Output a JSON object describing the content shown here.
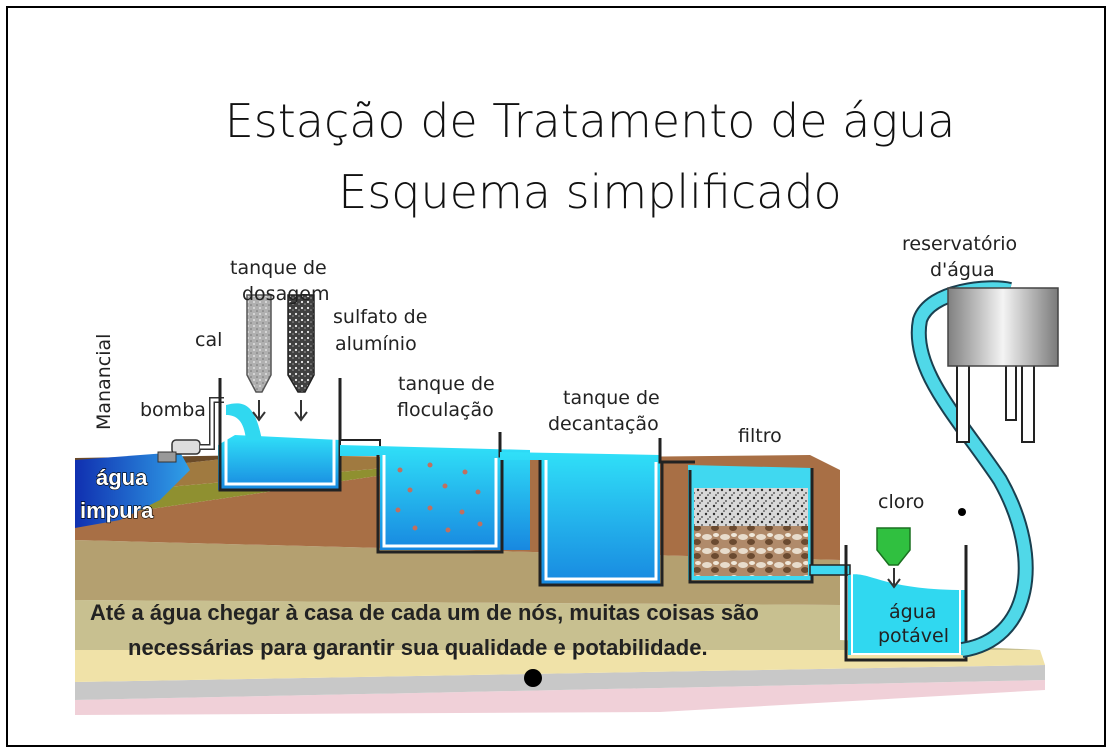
{
  "title_line1": "Estação de Tratamento de água",
  "title_line2": "Esquema simplificado",
  "labels": {
    "manancial": "Manancial",
    "bomba": "bomba",
    "cal": "cal",
    "tanque_dosagem_1": "tanque de",
    "tanque_dosagem_2": "dosagem",
    "sulfato_1": "sulfato de",
    "sulfato_2": "alumínio",
    "floculacao_1": "tanque de",
    "floculacao_2": "floculação",
    "decantacao_1": "tanque de",
    "decantacao_2": "decantação",
    "filtro": "filtro",
    "reservatorio_1": "reservatório",
    "reservatorio_2": "d'água",
    "cloro": "cloro",
    "agua_impura_1": "água",
    "agua_impura_2": "impura",
    "agua_potavel_1": "água",
    "agua_potavel_2": "potável"
  },
  "caption_line1": "Até a água chegar à casa de cada um de nós, muitas coisas são",
  "caption_line2": "necessárias para garantir sua qualidade e potabilidade.",
  "colors": {
    "water": "#00c8e8",
    "water_deep": "#1060d0",
    "soil_brown": "#a0663a",
    "soil_olive": "#8a7a30",
    "soil_tan": "#c8b47a",
    "pipe": "#40d0e0",
    "cloro_cone": "#30c040"
  }
}
